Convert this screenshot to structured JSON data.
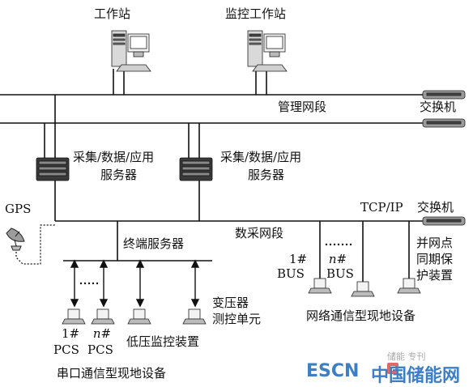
{
  "diagram": {
    "workstations": [
      {
        "label": "工作站"
      },
      {
        "label": "监控工作站"
      }
    ],
    "networks": {
      "management": "管理网段",
      "acquisition": "数采网段"
    },
    "switch_label": "交换机",
    "tcpip_label": "TCP/IP",
    "gps_label": "GPS",
    "servers": [
      {
        "label_line1": "采集/数据/应用",
        "label_line2": "服务器"
      },
      {
        "label_line1": "采集/数据/应用",
        "label_line2": "服务器"
      }
    ],
    "terminal_server": "终端服务器",
    "serial_devices": [
      {
        "line1": "1#",
        "line2": "PCS"
      },
      {
        "line1": "n#",
        "line2": "PCS"
      },
      {
        "line1": "低压监控装置",
        "line2": ""
      },
      {
        "line1": "变压器",
        "line2": "测控单元"
      }
    ],
    "serial_group_label": "串口通信型现地设备",
    "bus_labels": [
      {
        "line1": "1#",
        "line2": "BUS"
      },
      {
        "line1": "n#",
        "line2": "BUS"
      }
    ],
    "sync_device": [
      "并网点",
      "同期保",
      "护装置"
    ],
    "network_group_label": "网络通信型现地设备",
    "ellipsis": "……"
  },
  "watermark": {
    "brand": "ESCN",
    "site": "中国储能网",
    "faint": "储能 专刊"
  },
  "colors": {
    "line": "#111111",
    "watermark_blue": "#3d7fc6",
    "watermark_red": "#d94f4f"
  }
}
